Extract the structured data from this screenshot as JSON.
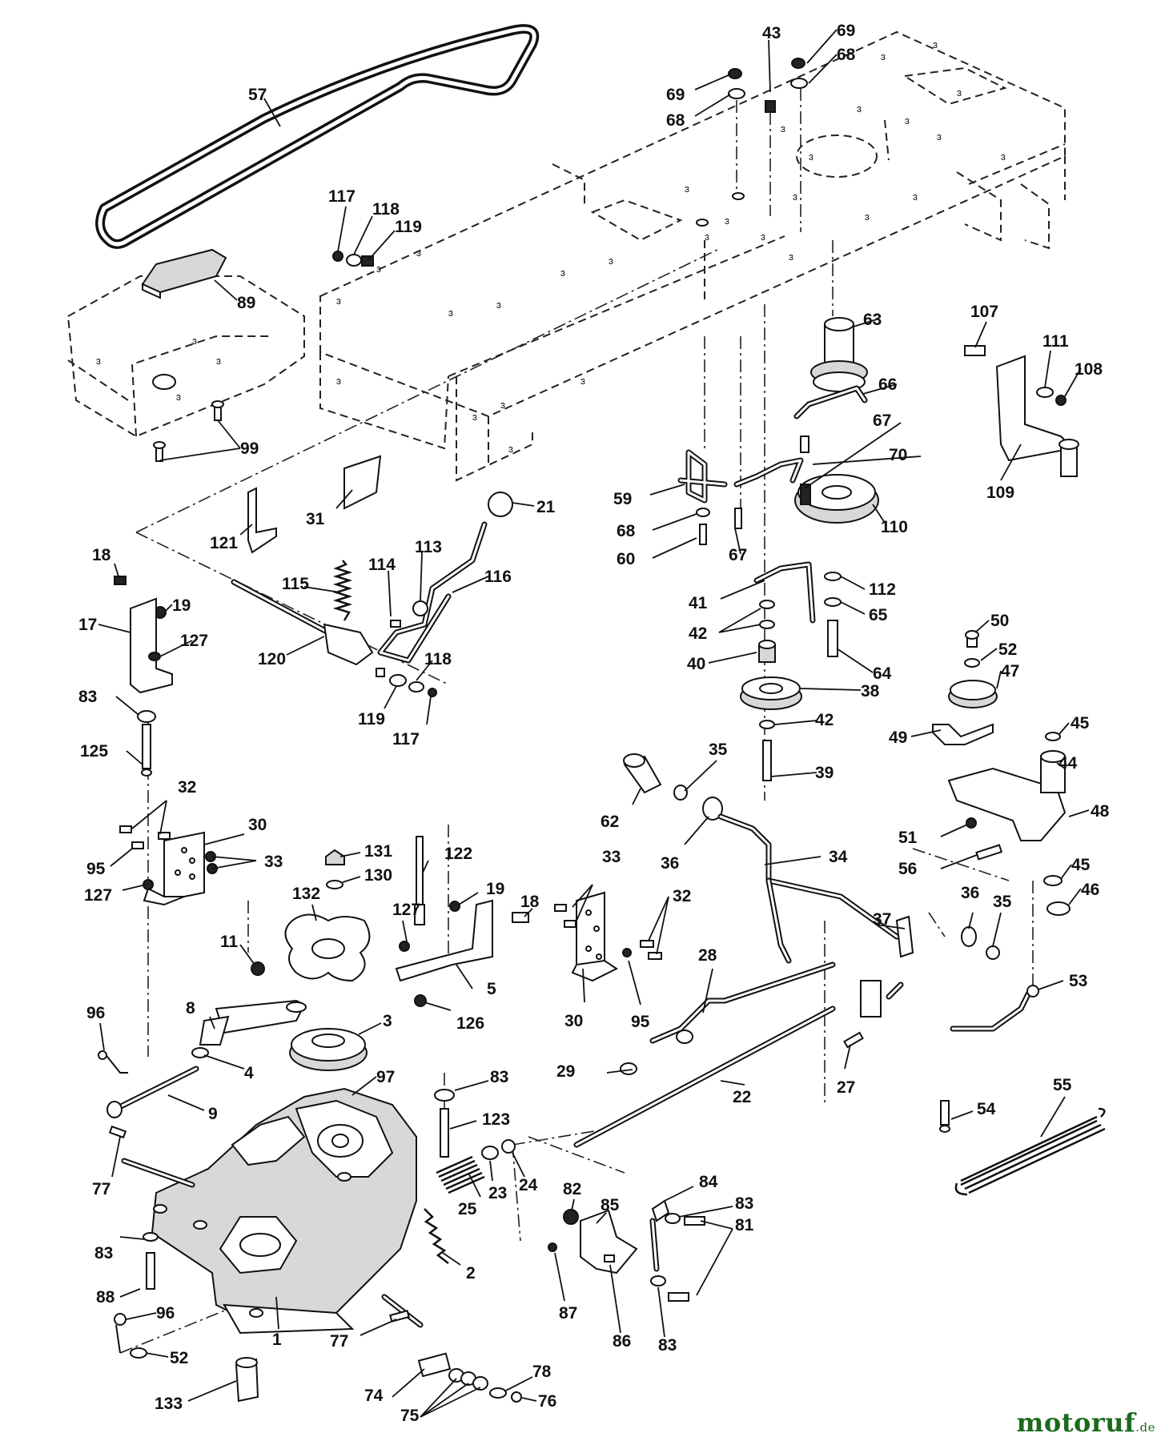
{
  "diagram": {
    "callouts": [
      "57",
      "43",
      "69",
      "68",
      "69",
      "68",
      "117",
      "118",
      "119",
      "89",
      "99",
      "63",
      "66",
      "107",
      "111",
      "108",
      "67",
      "70",
      "109",
      "59",
      "68",
      "60",
      "110",
      "21",
      "31",
      "121",
      "18",
      "19",
      "17",
      "127",
      "115",
      "114",
      "113",
      "116",
      "120",
      "67",
      "41",
      "112",
      "42",
      "65",
      "40",
      "64",
      "38",
      "42",
      "39",
      "119",
      "118",
      "117",
      "83",
      "125",
      "50",
      "52",
      "47",
      "45",
      "44",
      "49",
      "48",
      "51",
      "56",
      "45",
      "46",
      "35",
      "62",
      "36",
      "34",
      "32",
      "30",
      "95",
      "33",
      "127",
      "131",
      "130",
      "122",
      "132",
      "11",
      "127",
      "19",
      "18",
      "33",
      "32",
      "5",
      "126",
      "30",
      "95",
      "36",
      "35",
      "37",
      "53",
      "8",
      "96",
      "4",
      "9",
      "3",
      "97",
      "28",
      "29",
      "22",
      "27",
      "54",
      "55",
      "83",
      "123",
      "77",
      "25",
      "23",
      "24",
      "83",
      "82",
      "85",
      "84",
      "83",
      "81",
      "2",
      "88",
      "96",
      "87",
      "86",
      "83",
      "52",
      "1",
      "77",
      "78",
      "74",
      "75",
      "76",
      "133"
    ],
    "brand": {
      "name": "motoruf",
      "tld": ".de"
    }
  }
}
